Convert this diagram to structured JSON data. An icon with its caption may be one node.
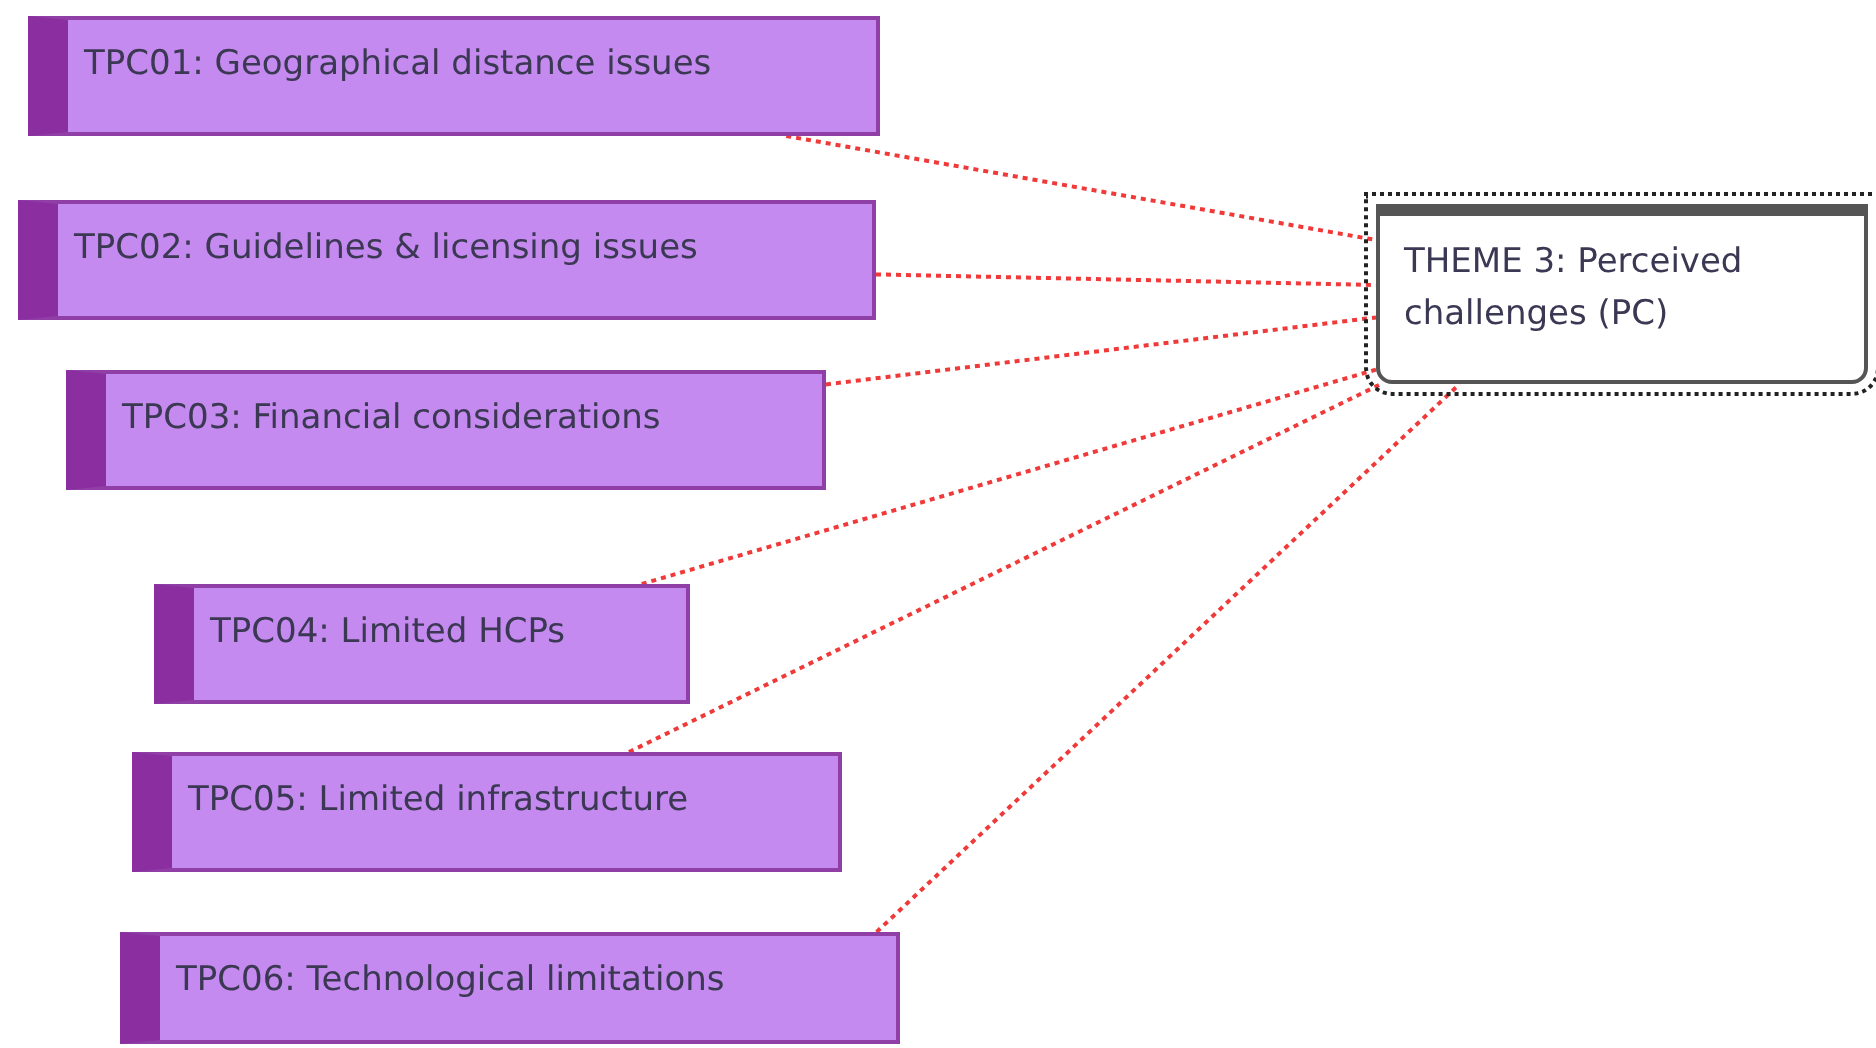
{
  "diagram": {
    "nodes": [
      {
        "text": [
          "TPC01: Geographical distance issues"
        ]
      },
      {
        "text": [
          "TPC02: Guidelines & licensing issues"
        ]
      },
      {
        "text": [
          "TPC03: Financial considerations"
        ]
      },
      {
        "text": [
          "TPC04: Limited HCPs"
        ]
      },
      {
        "text": [
          "TPC05: Limited infrastructure"
        ]
      },
      {
        "text": [
          "TPC06: Technological limitations"
        ]
      },
      {
        "text": [
          "THEME 3: Perceived challenges (PC)"
        ]
      }
    ],
    "edges": [
      {
        "from": 0,
        "to": 6,
        "arrow": "none"
      },
      {
        "from": 1,
        "to": 6,
        "arrow": "none"
      },
      {
        "from": 2,
        "to": 6,
        "arrow": "none"
      },
      {
        "from": 3,
        "to": 6,
        "arrow": "none"
      },
      {
        "from": 4,
        "to": 6,
        "arrow": "none"
      },
      {
        "from": 5,
        "to": 6,
        "arrow": "none"
      }
    ]
  }
}
